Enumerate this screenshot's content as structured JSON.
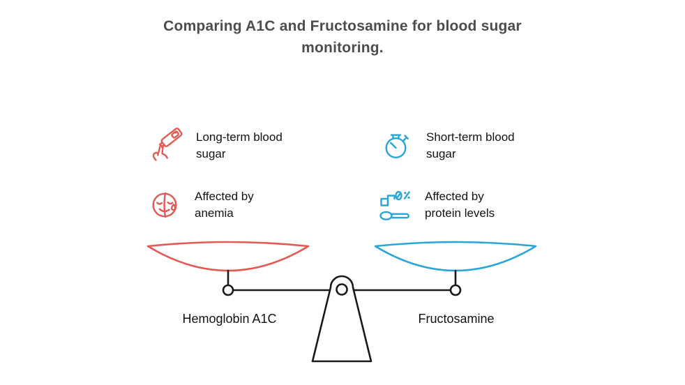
{
  "title": "Comparing A1C and Fructosamine for blood sugar monitoring.",
  "colors": {
    "accent-red": "#e25a52",
    "accent-blue": "#29a6d6",
    "title-gray": "#4d4d4d",
    "text-black": "#121212",
    "line-black": "#1a1a1a"
  },
  "features": {
    "left": [
      {
        "icon": "glucometer-icon",
        "label": "Long-term blood sugar"
      },
      {
        "icon": "anemia-face-icon",
        "label": "Affected by anemia"
      }
    ],
    "right": [
      {
        "icon": "stopwatch-icon",
        "label": "Short-term blood sugar"
      },
      {
        "icon": "protein-levels-icon",
        "label": "Affected by protein levels"
      }
    ]
  },
  "scale": {
    "left_label": "Hemoglobin A1C",
    "right_label": "Fructosamine"
  }
}
